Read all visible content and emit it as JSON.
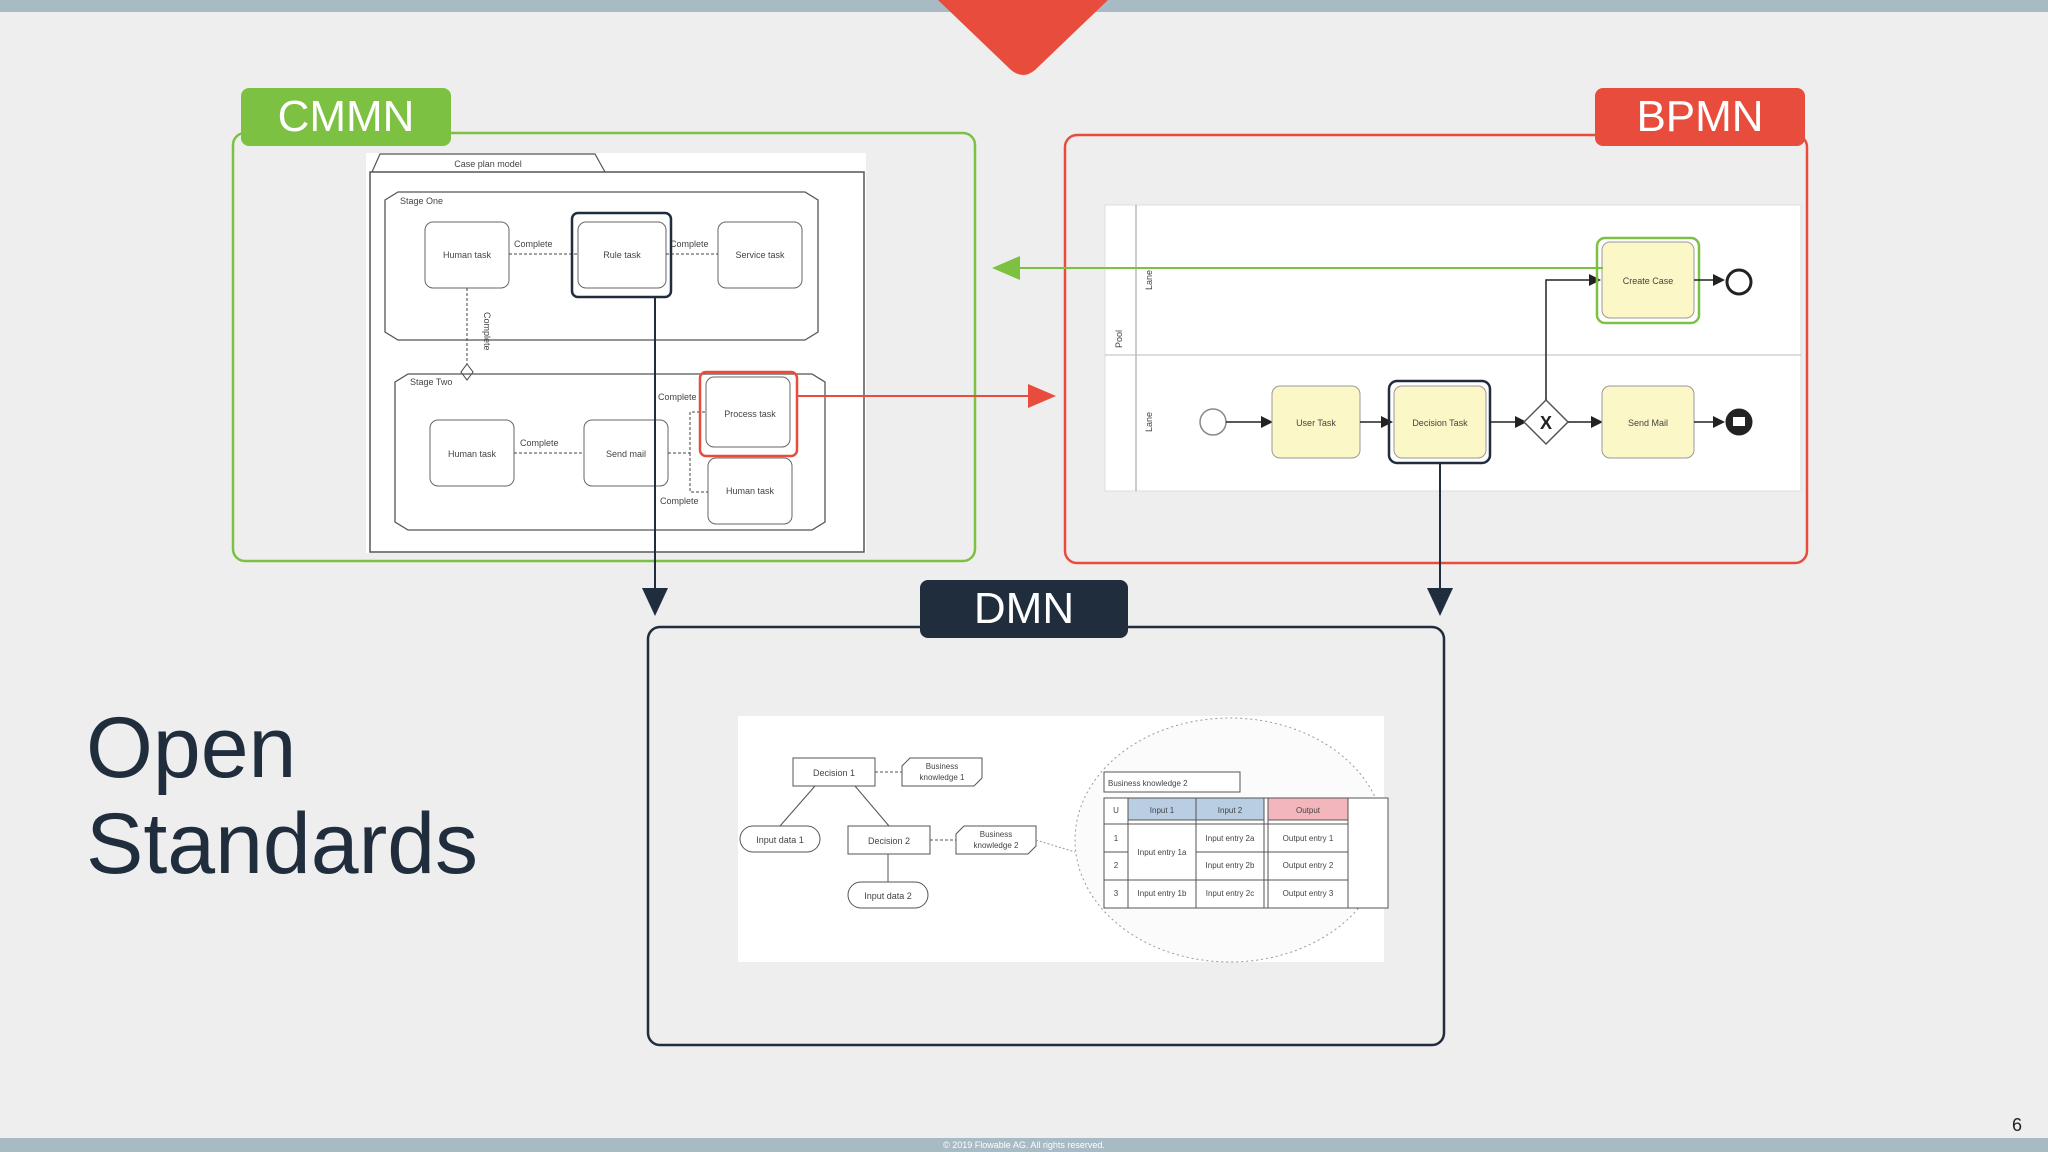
{
  "slide": {
    "title_line1": "Open",
    "title_line2": "Standards",
    "page_number": "6",
    "copyright": "© 2019 Flowable AG. All rights reserved."
  },
  "labels": {
    "cmmn": "CMMN",
    "bpmn": "BPMN",
    "dmn": "DMN"
  },
  "colors": {
    "cmmn": "#7cc142",
    "bpmn": "#e74c3c",
    "dmn": "#1f2d3d",
    "bar": "#a8bac4"
  },
  "cmmn_diagram": {
    "case_plan": "Case plan model",
    "stage_one": "Stage One",
    "stage_two": "Stage Two",
    "human_task_1": "Human task",
    "rule_task": "Rule task",
    "service_task": "Service task",
    "human_task_2": "Human task",
    "send_mail": "Send mail",
    "process_task": "Process task",
    "human_task_3": "Human task",
    "complete_1": "Complete",
    "complete_2": "Complete",
    "complete_3": "Complete",
    "complete_4": "Complete",
    "complete_5": "Complete",
    "complete_6": "Complete"
  },
  "bpmn_diagram": {
    "pool": "Pool",
    "lane_1": "Lane",
    "lane_2": "Lane",
    "create_case": "Create Case",
    "user_task": "User Task",
    "decision_task": "Decision Task",
    "send_mail": "Send Mail"
  },
  "dmn_diagram": {
    "decision_1": "Decision 1",
    "decision_2": "Decision 2",
    "bk1_line1": "Business",
    "bk1_line2": "knowledge 1",
    "bk2_line1": "Business",
    "bk2_line2": "knowledge 2",
    "input_data_1": "Input data 1",
    "input_data_2": "Input data 2",
    "table_title": "Business knowledge 2",
    "hit_policy": "U",
    "col_input1": "Input 1",
    "col_input2": "Input 2",
    "col_output": "Output",
    "row1_num": "1",
    "row2_num": "2",
    "row3_num": "3",
    "entry_1a": "Input entry 1a",
    "entry_1b": "Input entry 1b",
    "entry_2a": "Input entry 2a",
    "entry_2b": "Input entry 2b",
    "entry_2c": "Input entry 2c",
    "out_1": "Output entry 1",
    "out_2": "Output entry 2",
    "out_3": "Output entry 3"
  }
}
